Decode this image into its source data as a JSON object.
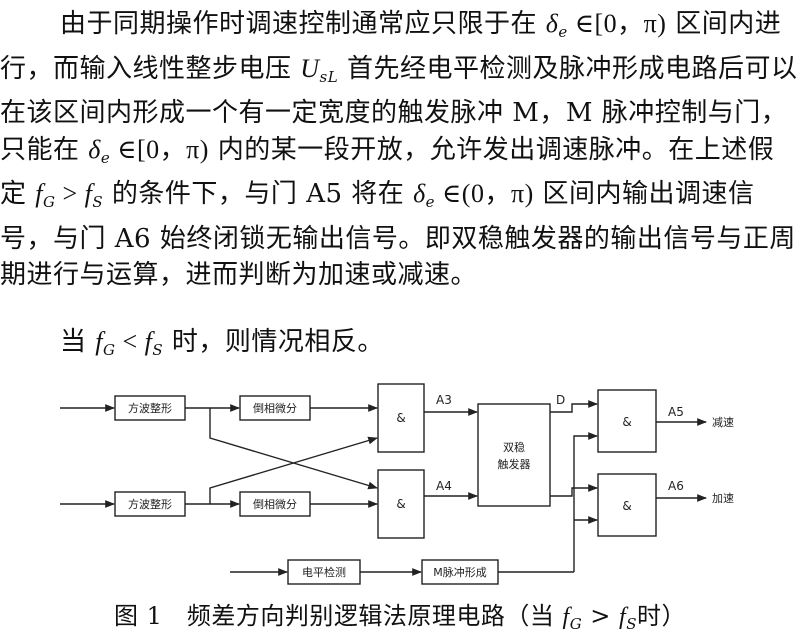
{
  "paragraph1": {
    "t1": "由于同期操作时调速控制通常应只限于在 ",
    "m1": "δ",
    "m1sub": "e",
    "m1b": " ∈[0，π)",
    "t2": " 区间内进行，而输入线性整步电压 ",
    "m2": "U",
    "m2sub": "sL",
    "t3": " 首先经电平检测及脉冲形成电路后可以在该区间内形成一个有一定宽度的触发脉冲 M，M 脉冲控制与门，只能在 ",
    "m3": "δ",
    "m3sub": "e",
    "m3b": " ∈[0，π)",
    "t4": " 内的某一段开放，允许发出调速脉冲。在上述假定 ",
    "m4": "f",
    "m4sub": "G",
    "m4b": " > ",
    "m4c": "f",
    "m4csub": "S",
    "t5": " 的条件下，与门 A5 将在 ",
    "m5": "δ",
    "m5sub": "e",
    "m5b": " ∈(0，π)",
    "t6": " 区间内输出调速信号，与门 A6 始终闭锁无输出信号。即双稳触发器的输出信号与正周期进行与运算，进而判断为加速或减速。"
  },
  "paragraph2": {
    "t1": "当 ",
    "m1": "f",
    "m1sub": "G",
    "m1b": " < ",
    "m1c": "f",
    "m1csub": "S",
    "t2": " 时，则情况相反。"
  },
  "diagram": {
    "blocks": {
      "square1": "方波整形",
      "square2": "方波整形",
      "diff1": "倒相微分",
      "diff2": "倒相微分",
      "and3": "&",
      "and4": "&",
      "flipflop_line1": "双稳",
      "flipflop_line2": "触发器",
      "and5": "&",
      "and6": "&",
      "level": "电平检测",
      "pulse": "M脉冲形成"
    },
    "signals": {
      "a3": "A3",
      "a4": "A4",
      "d": "D",
      "a5": "A5",
      "a6": "A6",
      "out_dec": "减速",
      "out_acc": "加速"
    }
  },
  "caption": {
    "t1": "图 1　频差方向判别逻辑法原理电路（当 ",
    "m1": "f",
    "m1sub": "G",
    "m1b": " > ",
    "m1c": "f",
    "m1csub": "S",
    "t2": "时）"
  }
}
